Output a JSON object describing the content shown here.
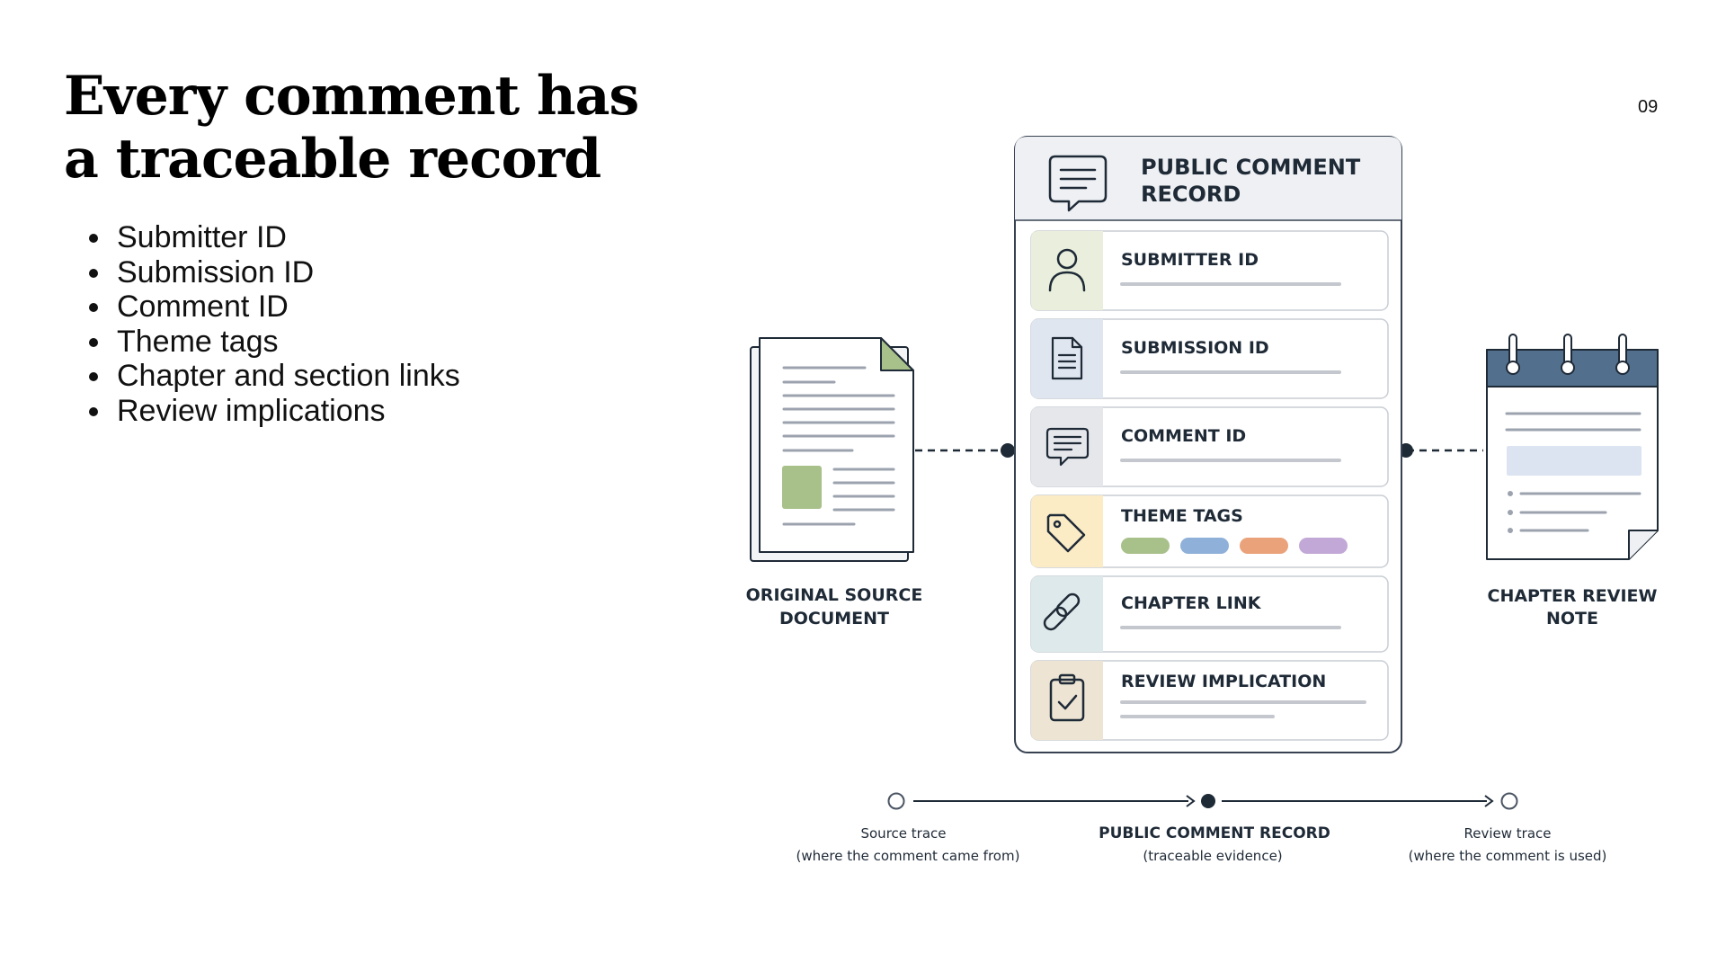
{
  "slide": {
    "title_line1": "Every comment has",
    "title_line2": "a traceable record",
    "page_number": "09",
    "bullets": [
      "Submitter ID",
      "Submission ID",
      "Comment ID",
      "Theme tags",
      "Chapter and section links",
      "Review implications"
    ]
  },
  "diagram": {
    "card_title_line1": "PUBLIC COMMENT",
    "card_title_line2": "RECORD",
    "rows": [
      {
        "label": "SUBMITTER ID",
        "icon": "person-icon",
        "color": "#e9efdc"
      },
      {
        "label": "SUBMISSION ID",
        "icon": "document-icon",
        "color": "#dfe6f0"
      },
      {
        "label": "COMMENT ID",
        "icon": "comment-icon",
        "color": "#e5e7eb"
      },
      {
        "label": "THEME TAGS",
        "icon": "tag-icon",
        "color": "#fbecc6"
      },
      {
        "label": "CHAPTER LINK",
        "icon": "link-icon",
        "color": "#dde9ea"
      },
      {
        "label": "REVIEW IMPLICATION",
        "icon": "clipboard-check-icon",
        "color": "#ede4d3"
      }
    ],
    "tag_colors": [
      "#a8c08a",
      "#8fb0d8",
      "#eaa27a",
      "#c2a8d6"
    ],
    "source_label_line1": "ORIGINAL SOURCE",
    "source_label_line2": "DOCUMENT",
    "review_label_line1": "CHAPTER REVIEW",
    "review_label_line2": "NOTE",
    "flow": [
      {
        "title": "Source trace",
        "subtitle": "(where the comment came from)"
      },
      {
        "title": "PUBLIC COMMENT RECORD",
        "subtitle": "(traceable evidence)"
      },
      {
        "title": "Review trace",
        "subtitle": "(where the comment is used)"
      }
    ]
  }
}
